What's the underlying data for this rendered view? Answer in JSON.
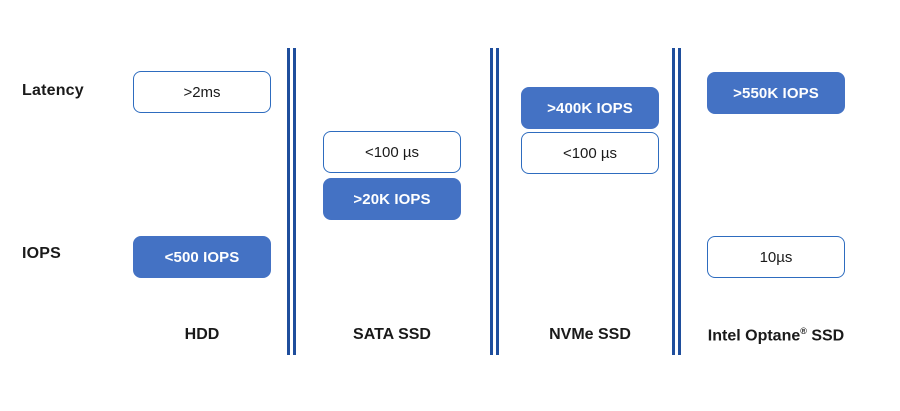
{
  "axis": {
    "rows": [
      {
        "id": "latency",
        "label": "Latency"
      },
      {
        "id": "iops",
        "label": "IOPS"
      }
    ]
  },
  "columns": [
    {
      "id": "hdd",
      "label": "HDD",
      "metrics": [
        {
          "id": "hdd-latency",
          "text": ">2ms",
          "style": "outline",
          "row": "latency"
        },
        {
          "id": "hdd-iops",
          "text": "<500 IOPS",
          "style": "filled",
          "row": "iops"
        }
      ]
    },
    {
      "id": "sata-ssd",
      "label": "SATA SSD",
      "metrics": [
        {
          "id": "sata-latency",
          "text": "<100 µs",
          "style": "outline",
          "row": "latency"
        },
        {
          "id": "sata-iops",
          "text": ">20K IOPS",
          "style": "filled",
          "row": "iops"
        }
      ]
    },
    {
      "id": "nvme-ssd",
      "label": "NVMe SSD",
      "metrics": [
        {
          "id": "nvme-iops",
          "text": ">400K IOPS",
          "style": "filled",
          "row": "iops"
        },
        {
          "id": "nvme-latency",
          "text": "<100 µs",
          "style": "outline",
          "row": "latency"
        }
      ]
    },
    {
      "id": "intel-optane-ssd",
      "label": "Intel Optane",
      "label_suffix": " SSD",
      "label_trademark": "®",
      "metrics": [
        {
          "id": "optane-iops",
          "text": ">550K IOPS",
          "style": "filled",
          "row": "iops"
        },
        {
          "id": "optane-latency",
          "text": "10µs",
          "style": "outline",
          "row": "latency"
        }
      ]
    }
  ],
  "colors": {
    "accent_fill": "#4472C4",
    "outline_border": "#2E6CBF",
    "divider": "#1F4E9C",
    "text": "#1a1a1a",
    "background": "#ffffff"
  }
}
